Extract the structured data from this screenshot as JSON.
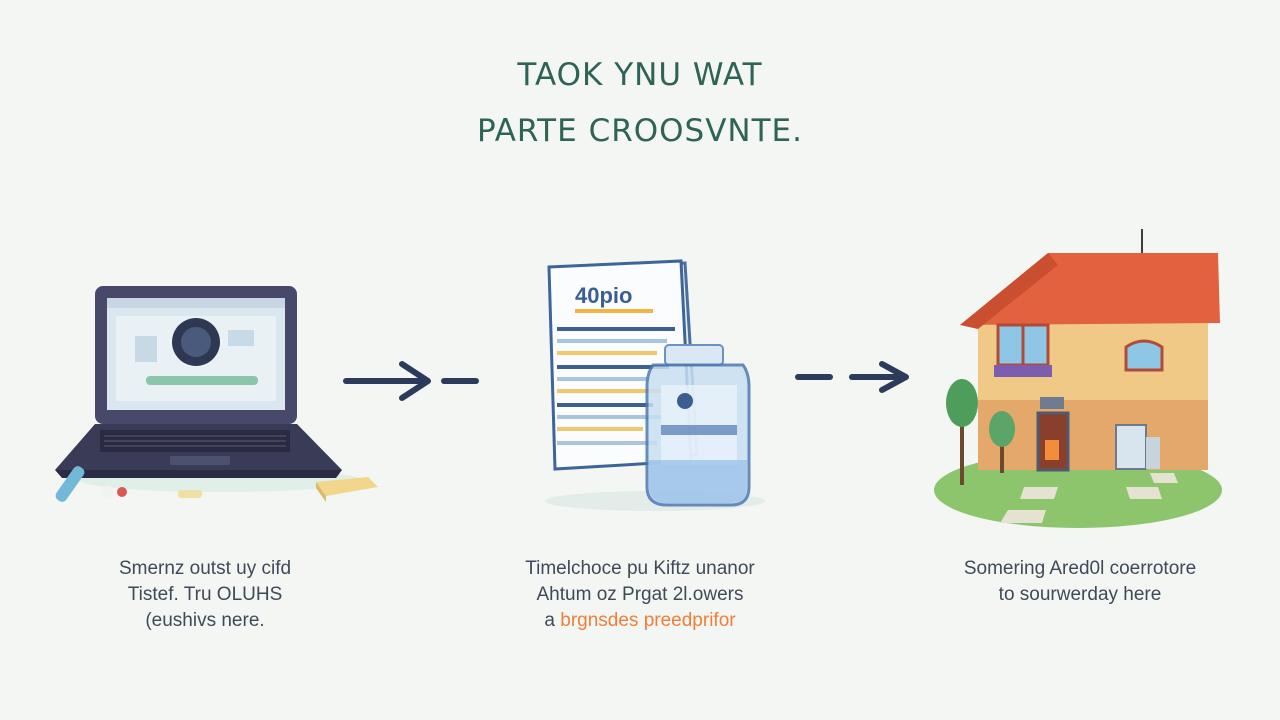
{
  "title": {
    "line1": "TAOK YNU WAT",
    "line2": "PARTE CROOSVNTE."
  },
  "steps": [
    {
      "icon": "laptop-icon",
      "caption": [
        "Smernz outst uy cifd",
        "Tistef. Tru OLUHS",
        "(eushivs nere."
      ]
    },
    {
      "icon": "document-jar-icon",
      "doc_label": "40pio",
      "caption": [
        "Timelchoce pu Kiftz unanor",
        "Ahtum oz Prgat 2l.owers"
      ],
      "caption_prefix": "a",
      "caption_accent": "brgnsdes preedprifor"
    },
    {
      "icon": "house-icon",
      "caption": [
        "Somering Ared0l coerrotore",
        "to sourwerday here"
      ]
    }
  ],
  "arrows": [
    "arrow-right-icon",
    "arrow-right-icon"
  ],
  "colors": {
    "title": "#2f6356",
    "caption": "#3f4a58",
    "accent": "#ef7f36",
    "arrow": "#2c3a5c",
    "roof": "#e2623f",
    "wall": "#f1c987",
    "lawn": "#8cc56b"
  }
}
